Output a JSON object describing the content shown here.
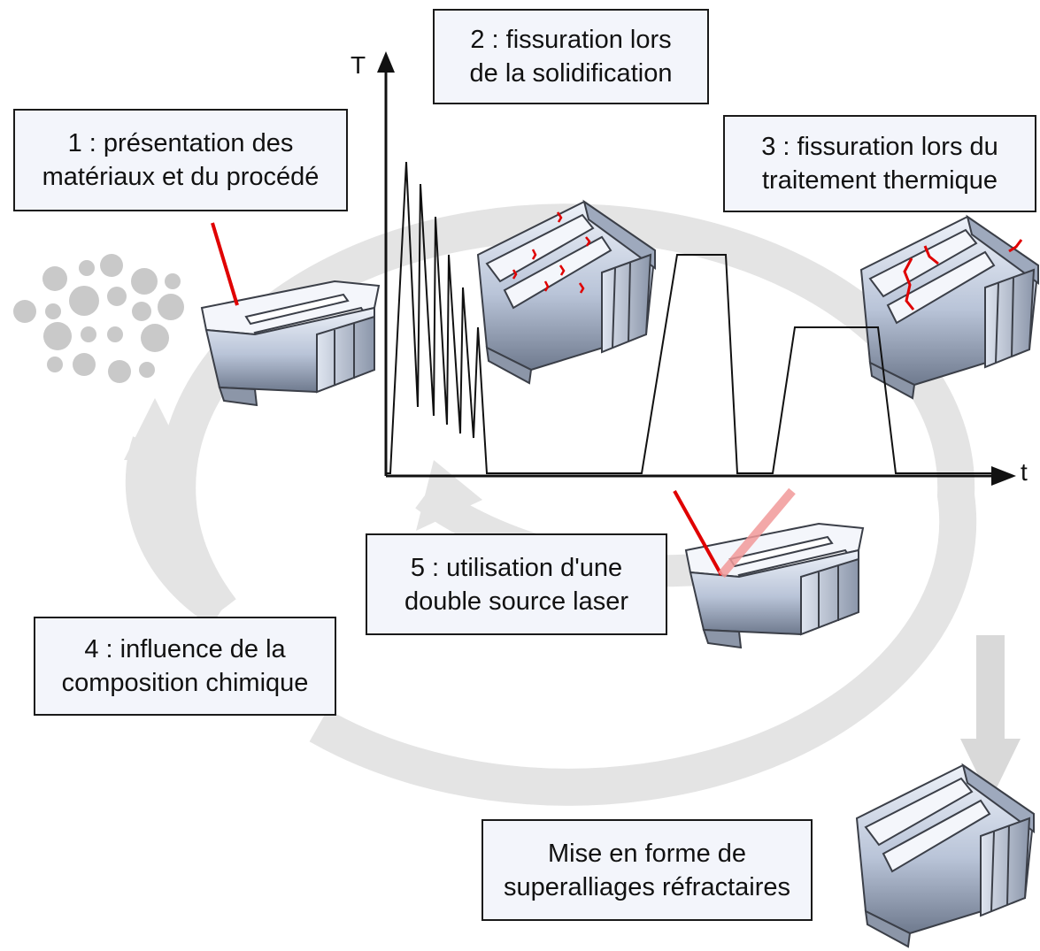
{
  "boxes": {
    "step1": [
      "1 : présentation des",
      "matériaux et du procédé"
    ],
    "step2": [
      "2 : fissuration lors",
      "de la solidification"
    ],
    "step3": [
      "3 : fissuration lors du",
      "traitement thermique"
    ],
    "step4": [
      "4 : influence de la",
      "composition chimique"
    ],
    "step5": [
      "5 : utilisation d'une",
      "double source laser"
    ],
    "final": [
      "Mise en forme de",
      "superalliages réfractaires"
    ]
  },
  "axes": {
    "y_label": "T",
    "x_label": "t"
  },
  "colors": {
    "cycle_arrow": "#e4e4e4",
    "powder": "#c9c9c9",
    "laser": "#e00000",
    "laser_secondary": "#f29a9a",
    "crack": "#e00000",
    "box_fill": "#f3f5fb",
    "line": "#111111"
  }
}
